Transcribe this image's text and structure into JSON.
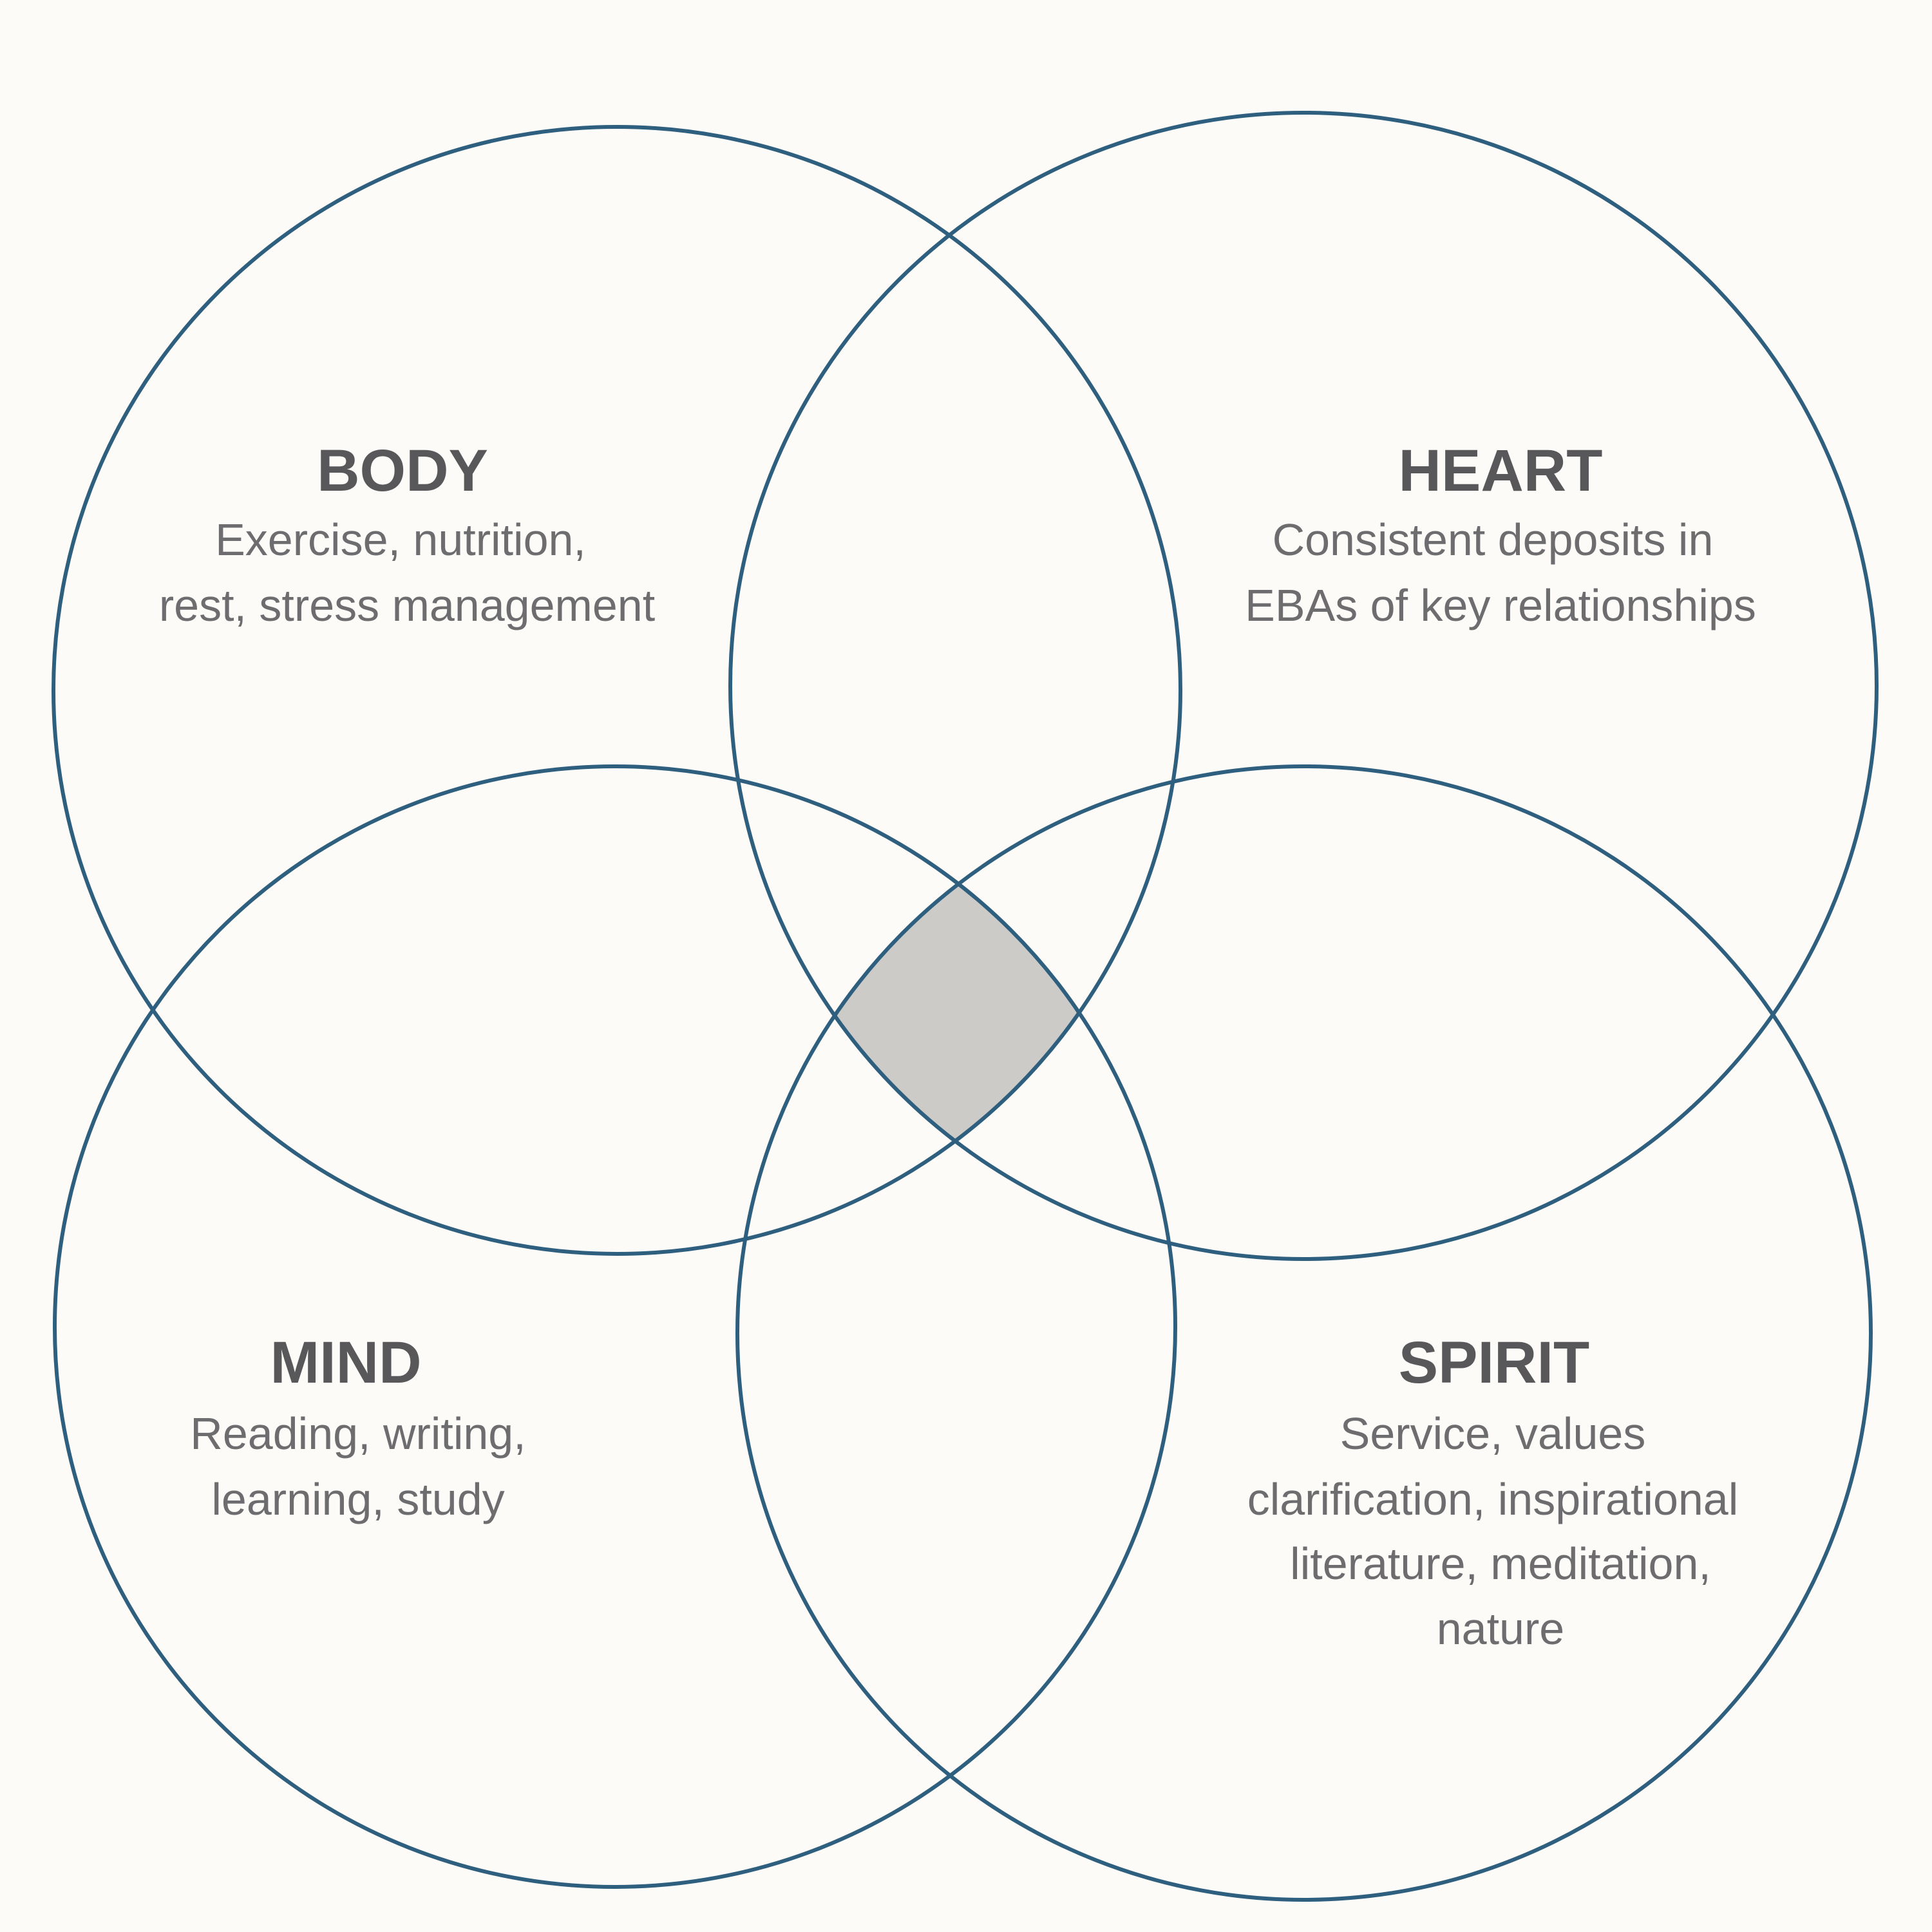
{
  "colors": {
    "background": "#fcfbf8",
    "circle_stroke": "#2e5f7e",
    "center_fill": "#cdcbc8",
    "title_text": "#58585a",
    "desc_text": "#6d6d6f"
  },
  "quadrants": {
    "body": {
      "title": "BODY",
      "lines": [
        "Exercise, nutrition,",
        "rest, stress management"
      ]
    },
    "heart": {
      "title": "HEART",
      "lines": [
        "Consistent deposits in",
        "EBAs of key relationships"
      ]
    },
    "mind": {
      "title": "MIND",
      "lines": [
        "Reading, writing,",
        "learning, study"
      ]
    },
    "spirit": {
      "title": "SPIRIT",
      "lines": [
        "Service, values",
        "clarification, inspirational",
        "literature, meditation,",
        "nature"
      ]
    }
  }
}
